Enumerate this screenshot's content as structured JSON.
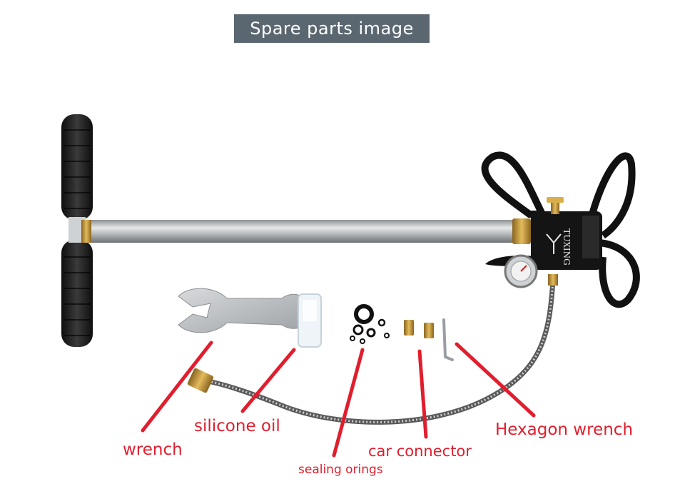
{
  "title": "Spare parts image",
  "labels": {
    "wrench": "wrench",
    "silicone_oil": "silicone oil",
    "sealing_orings": "sealing orings",
    "car_connector": "car connector",
    "hexagon_wrench": "Hexagon wrench"
  },
  "pump_brand": "TUXING",
  "colors": {
    "banner": "#5b6770",
    "label": "#e01e2d",
    "pointer": "#e01e2d",
    "handle": "#1c1c1c",
    "shaft": "#b9bcbf",
    "brass": "#c99a3a"
  }
}
